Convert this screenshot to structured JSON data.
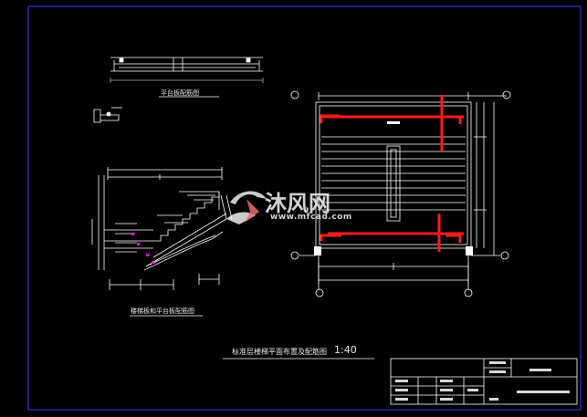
{
  "drawing": {
    "platform_section_title": "平台板配筋图",
    "stair_section_title": "楼梯板和平台板配筋图",
    "main_title": "标准层楼梯平面布置及配筋图",
    "scale": "1:40"
  },
  "watermark": {
    "brand": "沐风网",
    "url": "www.mfcad.com"
  },
  "colors": {
    "background": "#000000",
    "frame": "#3a3aff",
    "line": "#ffffff",
    "rebar": "#ff1a1a",
    "accent": "#ff00ff"
  }
}
